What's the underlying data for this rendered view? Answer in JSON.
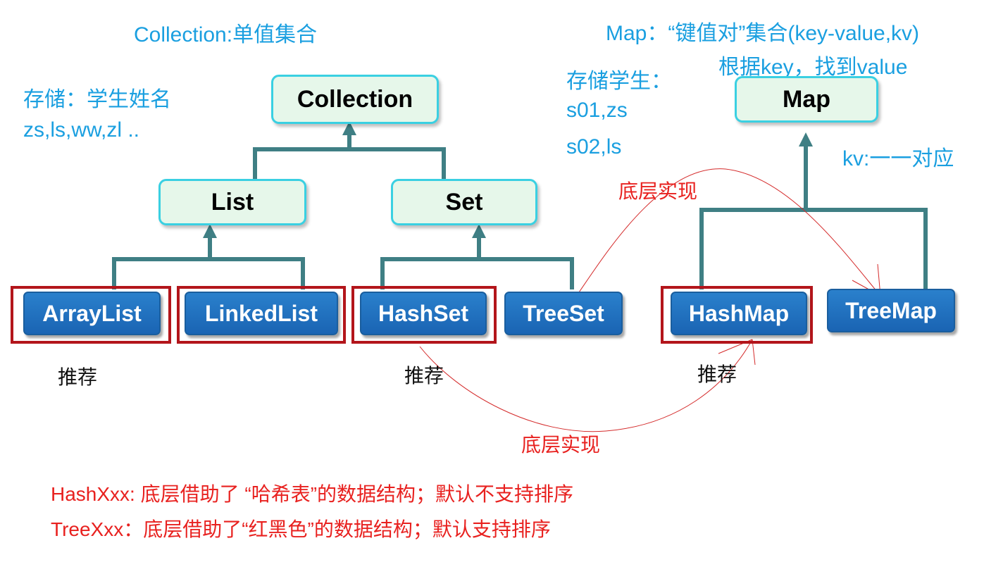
{
  "title_collection": "Collection:单值集合",
  "title_map": "Map：“键值对”集合(key-value,kv)",
  "map_lookup": "根据key，找到value",
  "collection_example": {
    "label": "存储：学生姓名",
    "values": "zs,ls,ww,zl .."
  },
  "map_example": {
    "label": "存储学生：",
    "row1": "s01,zs",
    "row2": "s02,ls"
  },
  "kv_note": "kv:一一对应",
  "nodes": {
    "collection": "Collection",
    "list": "List",
    "set": "Set",
    "map": "Map",
    "arraylist": "ArrayList",
    "linkedlist": "LinkedList",
    "hashset": "HashSet",
    "treeset": "TreeSet",
    "hashmap": "HashMap",
    "treemap": "TreeMap"
  },
  "recommend": "推荐",
  "impl_label": "底层实现",
  "notes": {
    "hash": "HashXxx: 底层借助了 “哈希表”的数据结构；默认不支持排序",
    "tree": "TreeXxx：底层借助了“红黑色”的数据结构；默认支持排序"
  },
  "colors": {
    "note_blue": "#1a9fe0",
    "note_red": "#e8211f",
    "connector": "#3f7f84",
    "interface_fill": "#e6f7ea",
    "interface_border": "#3ad0e2",
    "class_fill": "#1f6fbf",
    "highlight": "#b3151b"
  }
}
